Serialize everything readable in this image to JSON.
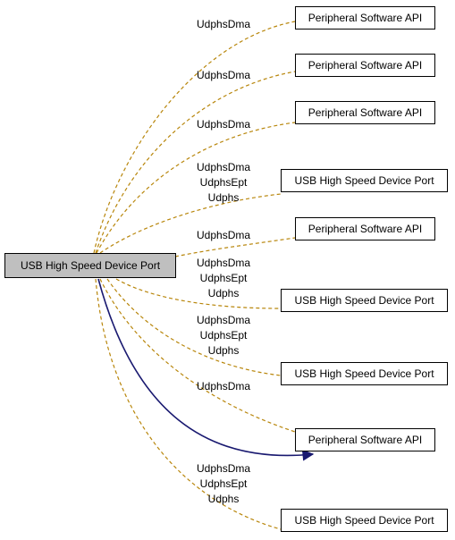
{
  "main_node": "USB High Speed Device Port",
  "nodes": [
    "Peripheral Software API",
    "Peripheral Software API",
    "Peripheral Software API",
    "USB High Speed Device Port",
    "Peripheral Software API",
    "USB High Speed Device Port",
    "USB High Speed Device Port",
    "Peripheral Software API",
    "USB High Speed Device Port"
  ],
  "edge_labels": [
    [
      "UdphsDma"
    ],
    [
      "UdphsDma"
    ],
    [
      "UdphsDma"
    ],
    [
      "UdphsDma",
      "UdphsEpt",
      "Udphs"
    ],
    [
      "UdphsDma"
    ],
    [
      "UdphsDma",
      "UdphsEpt",
      "Udphs"
    ],
    [
      "UdphsDma",
      "UdphsEpt",
      "Udphs"
    ],
    [
      "UdphsDma"
    ],
    [
      "UdphsDma",
      "UdphsEpt",
      "Udphs"
    ]
  ],
  "colors": {
    "dashed_edge": "#b8860b",
    "solid_edge": "#191970",
    "main_fill": "#bfbfbf"
  }
}
